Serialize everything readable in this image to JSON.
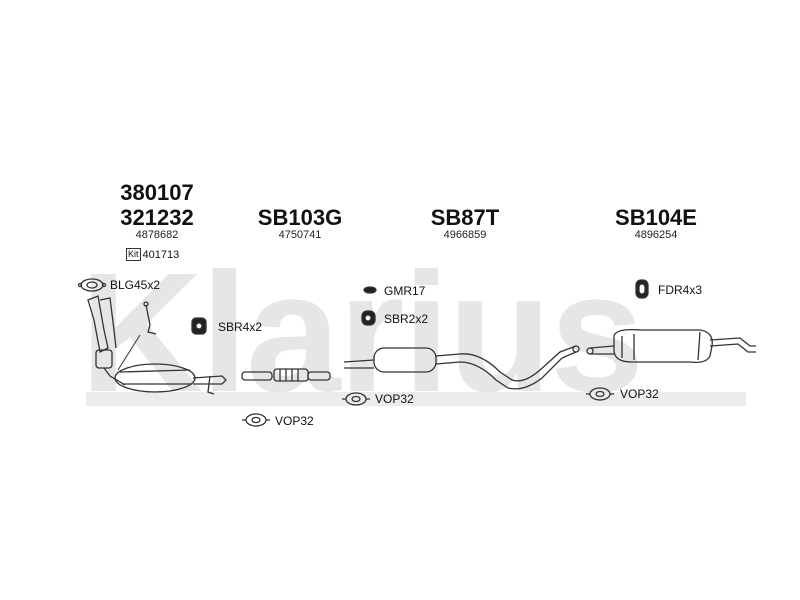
{
  "watermark": "Klarius",
  "groups": [
    {
      "codes": [
        "380107",
        "321232"
      ],
      "oem": "4878682",
      "kit_label": "Kit",
      "kit": "401713"
    },
    {
      "codes": [
        "SB103G"
      ],
      "oem": "4750741"
    },
    {
      "codes": [
        "SB87T"
      ],
      "oem": "4966859"
    },
    {
      "codes": [
        "SB104E"
      ],
      "oem": "4896254"
    }
  ],
  "parts": {
    "blg": "BLG45x2",
    "sbr4": "SBR4x2",
    "gmr": "GMR17",
    "sbr2": "SBR2x2",
    "fdr": "FDR4x3",
    "vop1": "VOP32",
    "vop2": "VOP32",
    "vop3": "VOP32"
  }
}
